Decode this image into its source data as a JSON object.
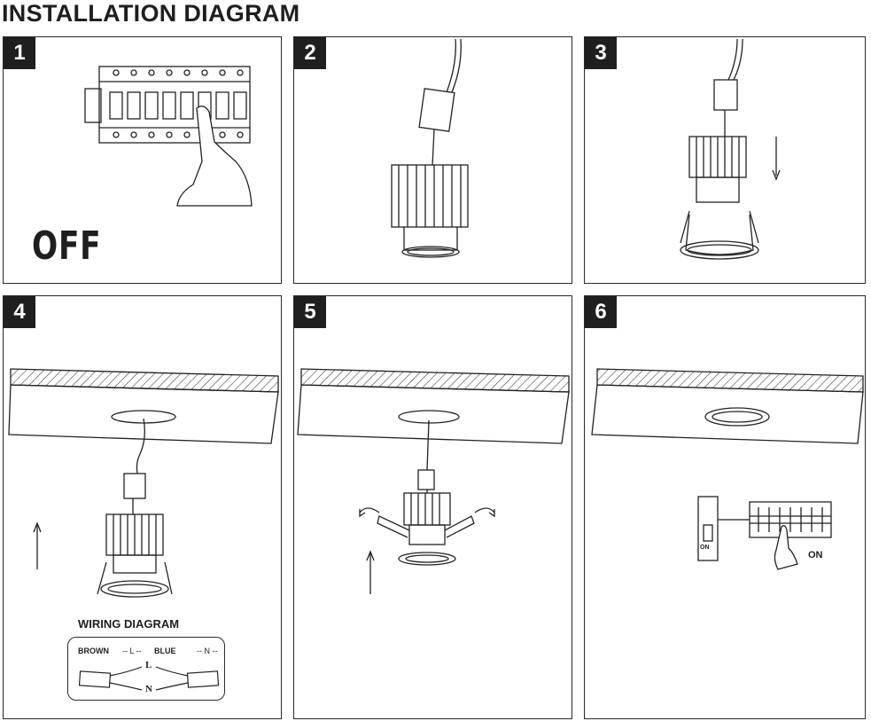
{
  "title": "INSTALLATION DIAGRAM",
  "steps": [
    {
      "number": "1",
      "caption": "OFF"
    },
    {
      "number": "2"
    },
    {
      "number": "3"
    },
    {
      "number": "4"
    },
    {
      "number": "5"
    },
    {
      "number": "6"
    }
  ],
  "wiring": {
    "title": "WIRING DIAGRAM",
    "brown": "BROWN",
    "blue": "BLUE",
    "dash_l": "-- L --",
    "dash_n": "-- N --",
    "l": "L",
    "n": "N"
  },
  "switch_on": "ON",
  "breaker_on": "ON"
}
